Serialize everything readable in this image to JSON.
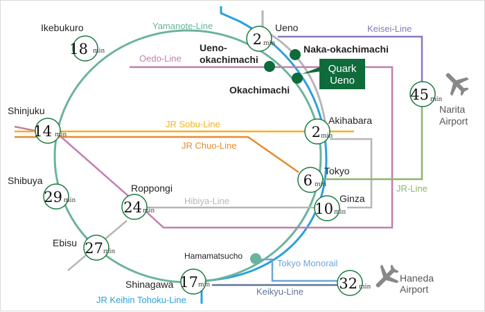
{
  "colors": {
    "yamanote": "#6bb39c",
    "keihin": "#2aa0dc",
    "oedo": "#c07eb0",
    "sobu": "#f2b318",
    "chuo": "#e88a2c",
    "hibiya": "#b6b6b6",
    "keisei": "#8a76bd",
    "jr_line": "#8ab56a",
    "monorail": "#6ea5d8",
    "keikyu": "#5d7596",
    "station_ring": "#1a7a40",
    "highlight": "#0f6b3a",
    "plane": "#888888"
  },
  "lines": {
    "yamanote": "Yamanote-Line",
    "oedo": "Oedo-Line",
    "sobu": "JR Sobu-Line",
    "chuo": "JR Chuo-Line",
    "hibiya": "Hibiya-Line",
    "keisei": "Keisei-Line",
    "jr": "JR-Line",
    "monorail": "Tokyo Monorail",
    "keikyu": "Keikyu-Line",
    "keihin": "JR Keihin Tohoku-Line"
  },
  "stations": {
    "ueno": {
      "name": "Ueno",
      "time": "2",
      "unit": "min"
    },
    "ikebukuro": {
      "name": "Ikebukuro",
      "time": "18",
      "unit": "min"
    },
    "shinjuku": {
      "name": "Shinjuku",
      "time": "14",
      "unit": "min"
    },
    "akihabara": {
      "name": "Akihabara",
      "time": "2",
      "unit": "min"
    },
    "tokyo": {
      "name": "Tokyo",
      "time": "6",
      "unit": "min"
    },
    "ginza": {
      "name": "Ginza",
      "time": "10",
      "unit": "min"
    },
    "roppongi": {
      "name": "Roppongi",
      "time": "24",
      "unit": "min"
    },
    "shibuya": {
      "name": "Shibuya",
      "time": "29",
      "unit": "min"
    },
    "ebisu": {
      "name": "Ebisu",
      "time": "27",
      "unit": "min"
    },
    "shinagawa": {
      "name": "Shinagawa",
      "time": "17",
      "unit": "min"
    },
    "narita": {
      "name1": "Narita",
      "name2": "Airport",
      "time": "45",
      "unit": "min"
    },
    "haneda": {
      "name1": "Haneda",
      "name2": "Airport",
      "time": "32",
      "unit": "min"
    },
    "hamamatsucho": {
      "name": "Hamamatsucho"
    }
  },
  "nearby": {
    "naka_okachimachi": "Naka-okachimachi",
    "ueno_okachimachi_1": "Ueno-",
    "ueno_okachimachi_2": "okachimachi",
    "okachimachi": "Okachimachi"
  },
  "highlight": {
    "line1": "Quark",
    "line2": "Ueno"
  }
}
